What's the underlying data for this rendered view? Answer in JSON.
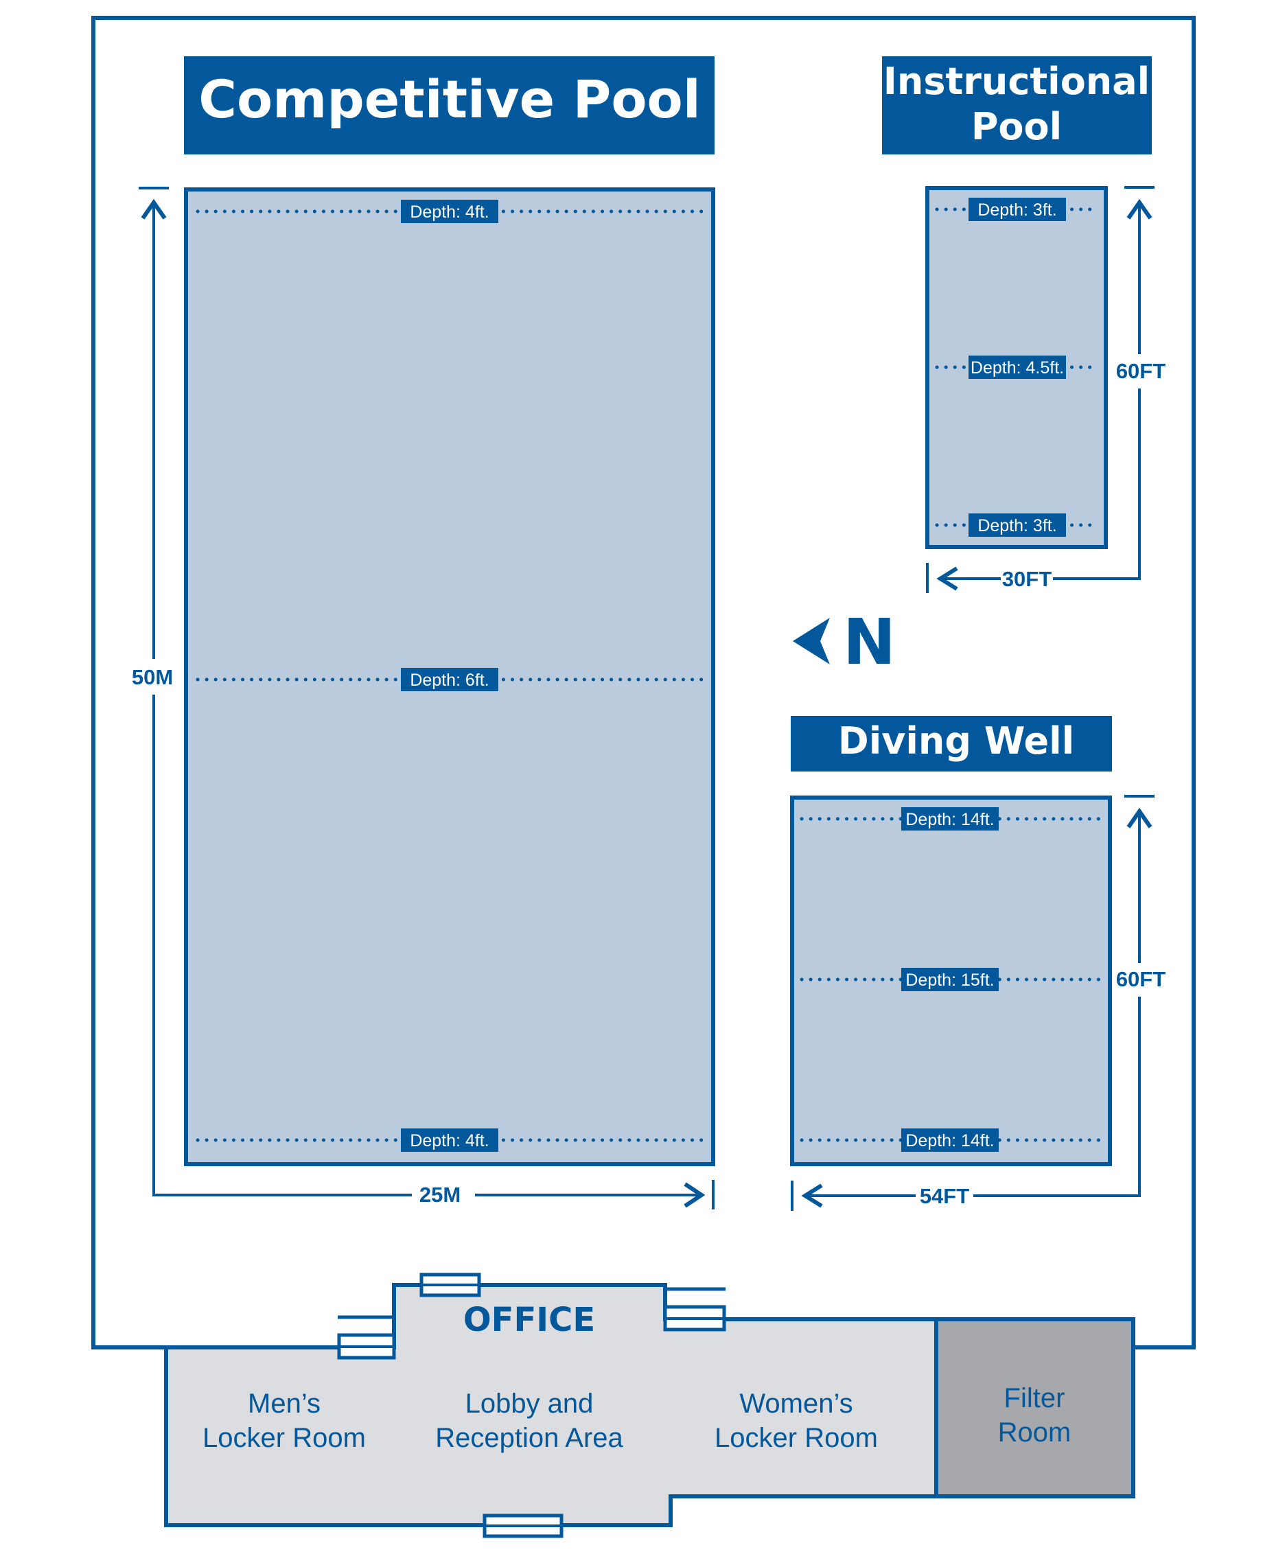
{
  "colors": {
    "primary": "#02589a",
    "water": "#bacbdd",
    "building": "#dcdde0",
    "filter": "#a7a8ab",
    "white": "#ffffff"
  },
  "competitive_pool": {
    "title": "Competitive Pool",
    "depth_shallow_top": "Depth: 4ft.",
    "depth_middle": "Depth: 6ft.",
    "depth_shallow_bottom": "Depth: 4ft.",
    "length_label": "50M",
    "width_label": "25M"
  },
  "instructional_pool": {
    "title_line1": "Instructional",
    "title_line2": "Pool",
    "depth_top": "Depth: 3ft.",
    "depth_middle": "Depth: 4.5ft.",
    "depth_bottom": "Depth: 3ft.",
    "length_label": "60FT",
    "width_label": "30FT"
  },
  "compass": {
    "label": "N"
  },
  "diving_well": {
    "title": "Diving Well",
    "depth_top": "Depth: 14ft.",
    "depth_middle": "Depth: 15ft.",
    "depth_bottom": "Depth: 14ft.",
    "length_label": "60FT",
    "width_label": "54FT"
  },
  "building": {
    "office": "OFFICE",
    "mens_line1": "Men’s",
    "mens_line2": "Locker Room",
    "lobby_line1": "Lobby and",
    "lobby_line2": "Reception Area",
    "womens_line1": "Women’s",
    "womens_line2": "Locker Room",
    "filter_line1": "Filter",
    "filter_line2": "Room"
  }
}
